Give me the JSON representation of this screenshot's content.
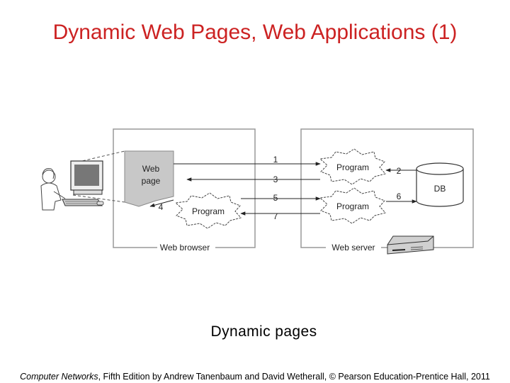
{
  "title": "Dynamic Web Pages, Web Applications (1)",
  "diagram": {
    "browser_label": "Web browser",
    "server_label": "Web server",
    "web_page_line1": "Web",
    "web_page_line2": "page",
    "browser_program": "Program",
    "server_program_top": "Program",
    "server_program_bottom": "Program",
    "db_label": "DB",
    "steps": {
      "s1": "1",
      "s2": "2",
      "s3": "3",
      "s4": "4",
      "s5": "5",
      "s6": "6",
      "s7": "7"
    }
  },
  "caption": "Dynamic pages",
  "footer": {
    "book": "Computer Networks",
    "rest": ", Fifth Edition by Andrew Tanenbaum and David Wetherall, © Pearson Education-Prentice Hall, 2011"
  }
}
